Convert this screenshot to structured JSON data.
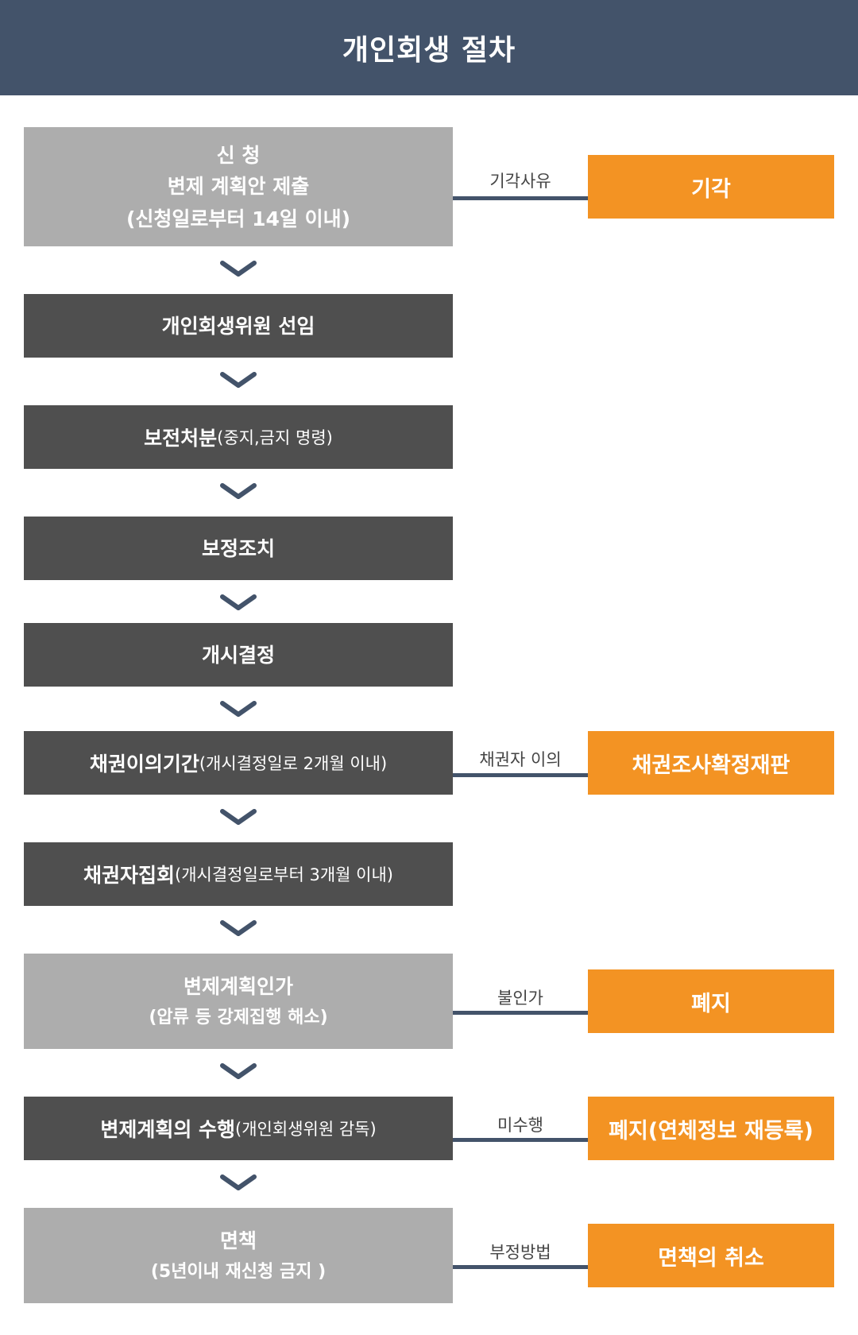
{
  "title": "개인회생 절차",
  "steps": [
    {
      "main": "신 청",
      "sub1": "변제 계획안 제출",
      "sub2": "(신청일로부터 14일 이내)"
    },
    {
      "main": "개인회생위원 선임"
    },
    {
      "main": "보전처분",
      "inline": "(중지,금지 명령)"
    },
    {
      "main": "보정조치"
    },
    {
      "main": "개시결정"
    },
    {
      "main": "채권이의기간",
      "inline": "(개시결정일로 2개월 이내)"
    },
    {
      "main": "채권자집회",
      "inline": "(개시결정일로부터 3개월 이내)"
    },
    {
      "main": "변제계획인가",
      "sub1": "(압류 등 강제집행 해소)"
    },
    {
      "main": "변제계획의 수행",
      "inline": "(개인회생위원 감독)"
    },
    {
      "main": "면책",
      "sub1": "(5년이내 재신청 금지 )"
    }
  ],
  "branches": [
    {
      "label": "기각사유",
      "result": "기각"
    },
    {
      "label": "채권자 이의",
      "result": "채권조사확정재판"
    },
    {
      "label": "불인가",
      "result": "폐지"
    },
    {
      "label": "미수행",
      "result": "폐지(연체정보 재등록)"
    },
    {
      "label": "부정방법",
      "result": "면책의 취소"
    }
  ],
  "colors": {
    "header": "#43536a",
    "dark_box": "#4f4f4f",
    "light_box": "#adadad",
    "result_box": "#f39323",
    "connector": "#43536a",
    "chevron": "#43536a"
  }
}
